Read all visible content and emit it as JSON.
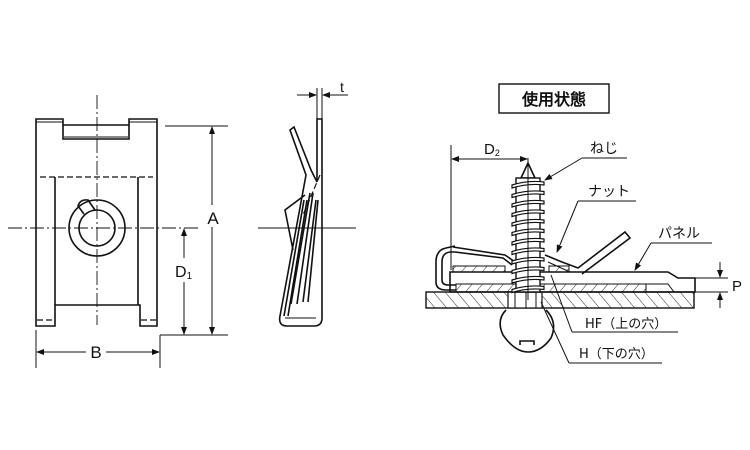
{
  "front_view": {
    "dim_a": "A",
    "dim_b": "B",
    "dim_d1_main": "D",
    "dim_d1_sub": "1"
  },
  "side_view": {
    "dim_t": "t"
  },
  "usage_view": {
    "title": "使用状態",
    "dim_d2_main": "D",
    "dim_d2_sub": "2",
    "label_screw": "ねじ",
    "label_nut": "ナット",
    "label_panel": "パネル",
    "label_p": "P",
    "label_hf": "HF（上の穴）",
    "label_h": "H（下の穴）"
  },
  "colors": {
    "line": "#111111",
    "background": "#ffffff"
  }
}
